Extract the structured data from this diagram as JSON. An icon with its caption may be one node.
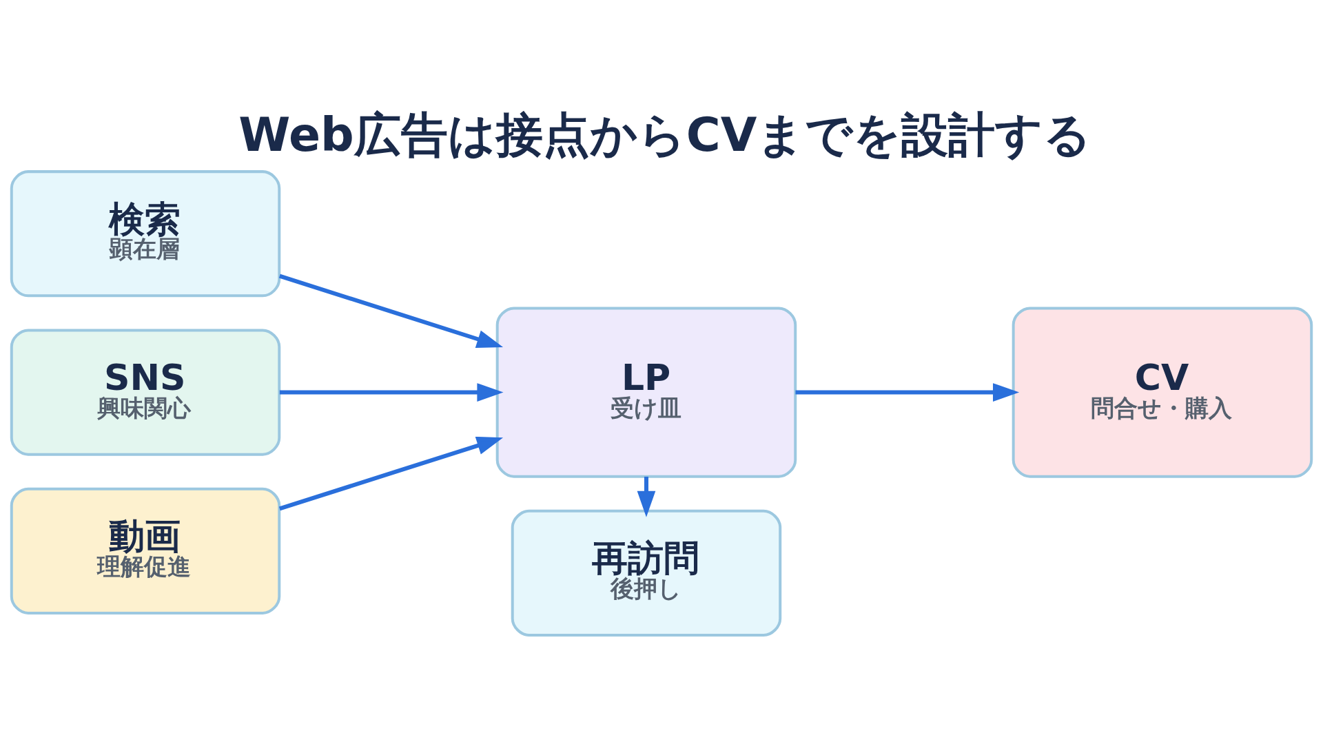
{
  "diagram": {
    "title": "Web広告は接点からCVまでを設計する",
    "nodes": [
      {
        "text": [
          "検索",
          "顕在層"
        ]
      },
      {
        "text": [
          "SNS",
          "興味関心"
        ]
      },
      {
        "text": [
          "動画",
          "理解促進"
        ]
      },
      {
        "text": [
          "LP",
          "受け皿"
        ]
      },
      {
        "text": [
          "CV",
          "問合せ・購入"
        ]
      },
      {
        "text": [
          "再訪問",
          "後押し"
        ]
      }
    ],
    "edges": [
      {
        "from": 0,
        "to": 3,
        "arrow": "to"
      },
      {
        "from": 1,
        "to": 3,
        "arrow": "to"
      },
      {
        "from": 2,
        "to": 3,
        "arrow": "to"
      },
      {
        "from": 3,
        "to": 4,
        "arrow": "to"
      },
      {
        "from": 3,
        "to": 5,
        "arrow": "to"
      }
    ]
  }
}
